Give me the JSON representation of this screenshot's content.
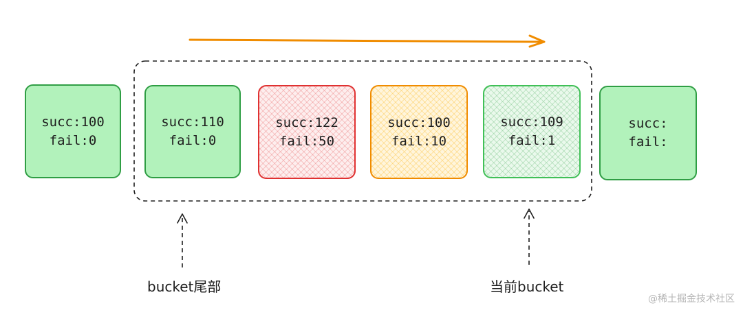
{
  "buckets": [
    {
      "succ_label": "succ:",
      "succ_value": "100",
      "fail_label": "fail:",
      "fail_value": "0",
      "style": "green-solid"
    },
    {
      "succ_label": "succ:",
      "succ_value": "110",
      "fail_label": "fail:",
      "fail_value": "0",
      "style": "green-solid"
    },
    {
      "succ_label": "succ:",
      "succ_value": "122",
      "fail_label": "fail:",
      "fail_value": "50",
      "style": "red-hatch"
    },
    {
      "succ_label": "succ:",
      "succ_value": "100",
      "fail_label": "fail:",
      "fail_value": "10",
      "style": "yellow-hatch"
    },
    {
      "succ_label": "succ:",
      "succ_value": "109",
      "fail_label": "fail:",
      "fail_value": "1",
      "style": "green-hatch"
    },
    {
      "succ_label": "succ:",
      "succ_value": "",
      "fail_label": "fail:",
      "fail_value": "",
      "style": "green-solid"
    }
  ],
  "labels": {
    "tail": "bucket尾部",
    "current": "当前bucket"
  },
  "watermark": "@稀土掘金技术社区",
  "colors": {
    "arrow_orange": "#f08c00",
    "green_fill": "#b2f2bb",
    "green_stroke": "#2f9e44",
    "red_stroke": "#e03131",
    "yellow_stroke": "#f08c00",
    "window_dash": "#1e1e1e"
  }
}
